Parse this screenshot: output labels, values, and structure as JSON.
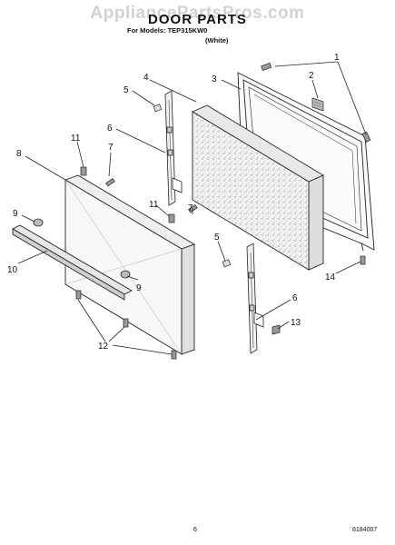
{
  "watermark": "AppliancePartsPros.com",
  "header": {
    "title": "DOOR PARTS",
    "models_line": "For Models: TEP315KW0",
    "variant": "(White)"
  },
  "callouts": {
    "n1": "1",
    "n2": "2",
    "n3": "3",
    "n4": "4",
    "n5a": "5",
    "n5b": "5",
    "n6a": "6",
    "n6b": "6",
    "n7a": "7",
    "n7b": "7",
    "n8": "8",
    "n9a": "9",
    "n9b": "9",
    "n10": "10",
    "n11a": "11",
    "n11b": "11",
    "n12": "12",
    "n13": "13",
    "n14": "14"
  },
  "footer": {
    "page_number": "6",
    "document_code": "8184007"
  }
}
